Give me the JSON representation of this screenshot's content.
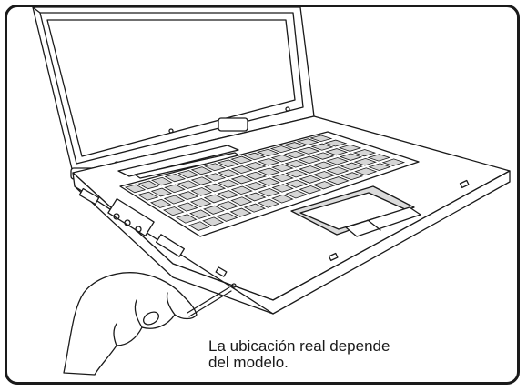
{
  "figure": {
    "caption_line1": "La ubicación real depende",
    "caption_line2": "del modelo.",
    "colors": {
      "border": "#1a1a1a",
      "line": "#1a1a1a",
      "key_fill": "#d6d6d6",
      "touchpad_fill": "#dcdcdc",
      "background": "#ffffff"
    },
    "icons": [
      "laptop-illustration",
      "hand-illustration",
      "paperclip-tool"
    ]
  }
}
